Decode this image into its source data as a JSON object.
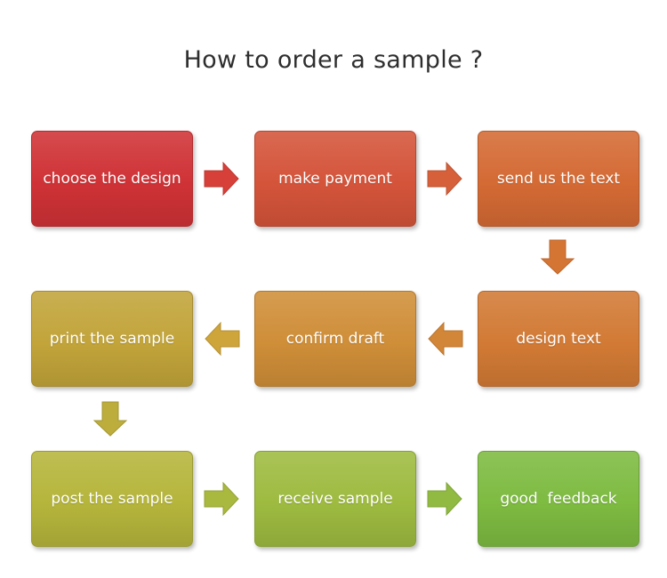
{
  "title": "How to order a sample ?",
  "steps": [
    {
      "label": "choose the design",
      "color": "#cf3236"
    },
    {
      "label": "make payment",
      "color": "#d4543a"
    },
    {
      "label": "send us the text",
      "color": "#d46a34"
    },
    {
      "label": "design text",
      "color": "#d27a35"
    },
    {
      "label": "confirm draft",
      "color": "#cf8e38"
    },
    {
      "label": "print the sample",
      "color": "#c2a43a"
    },
    {
      "label": "post the sample",
      "color": "#b5b53c"
    },
    {
      "label": "receive sample",
      "color": "#9ebb40"
    },
    {
      "label": "good  feedback",
      "color": "#7ebb41"
    }
  ],
  "arrow_colors": {
    "a1": "#d64039",
    "a2": "#d5603a",
    "a3": "#d47534",
    "a4": "#d28637",
    "a5": "#cea53a",
    "a6": "#bcad3c",
    "a7": "#a9b83f",
    "a8": "#90ba41"
  }
}
